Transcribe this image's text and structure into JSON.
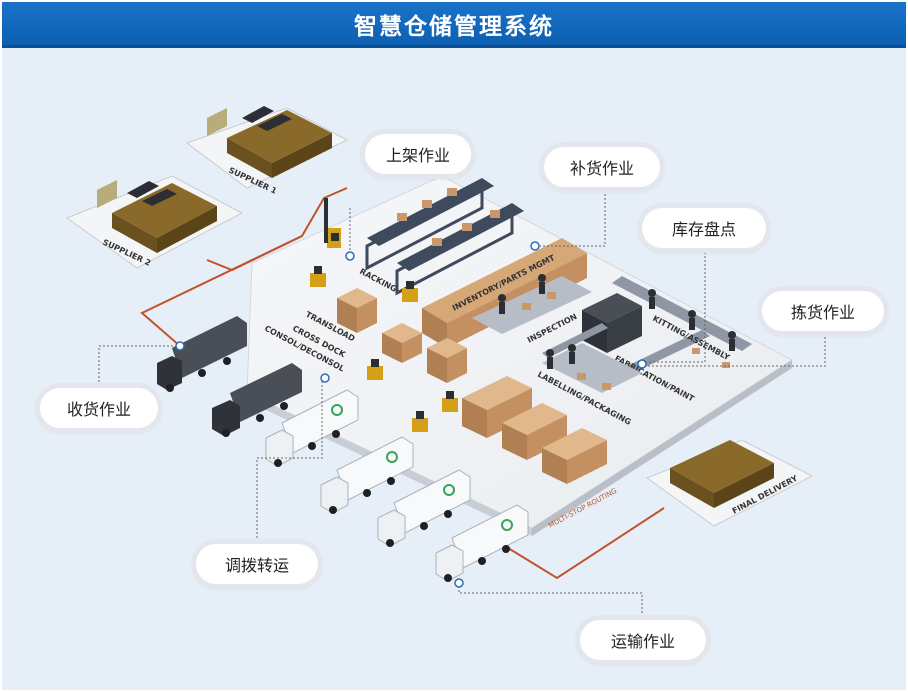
{
  "header": {
    "title": "智慧仓储管理系统"
  },
  "callouts": {
    "racking_op": "上架作业",
    "replenish_op": "补货作业",
    "inventory_count": "库存盘点",
    "picking_op": "拣货作业",
    "receiving_op": "收货作业",
    "transfer_op": "调拨转运",
    "transport_op": "运输作业"
  },
  "scene_labels": {
    "supplier_1": "SUPPLIER 1",
    "supplier_2": "SUPPLIER 2",
    "racking": "RACKING",
    "inventory_mgmt": "INVENTORY/PARTS MGMT",
    "inspection": "INSPECTION",
    "kitting": "KITTING/ASSEMBLY",
    "fabrication": "FABRICATION/PAINT",
    "labelling": "LABELLING/PACKAGING",
    "transload_1": "TRANSLOAD",
    "transload_2": "CROSS DOCK",
    "transload_3": "CONSOL/DECONSOL",
    "final_delivery": "FINAL DELIVERY",
    "route_label": "MULTI-STOP ROUTING"
  },
  "colors": {
    "header_bg": "#1a73c9",
    "floor": "#f2f3f5",
    "route_line": "#c0532a",
    "building_roof": "#7a5a22",
    "box": "#c9976a",
    "rack": "#3d4b5c",
    "truck_dark": "#4a4f57",
    "truck_white": "#f7f9fb"
  }
}
